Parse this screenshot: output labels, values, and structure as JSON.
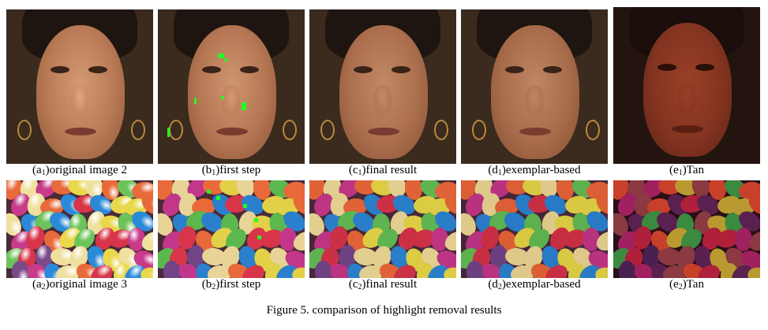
{
  "figure_caption": "Figure 5. comparison of highlight removal results",
  "row1": [
    {
      "letter": "(a",
      "sub": "1",
      "text": ")original image 2"
    },
    {
      "letter": "(b",
      "sub": "1",
      "text": ")first step"
    },
    {
      "letter": "(c",
      "sub": "1",
      "text": ")final result"
    },
    {
      "letter": "(d",
      "sub": "1",
      "text": ")exemplar-based"
    },
    {
      "letter": "(e",
      "sub": "1",
      "text": ")Tan"
    }
  ],
  "row2": [
    {
      "letter": "(a",
      "sub": "2",
      "text": ")original image 3"
    },
    {
      "letter": "(b",
      "sub": "2",
      "text": ")first step"
    },
    {
      "letter": "(c",
      "sub": "2",
      "text": ")final result"
    },
    {
      "letter": "(d",
      "sub": "2",
      "text": ")exemplar-based"
    },
    {
      "letter": "(e",
      "sub": "2",
      "text": ")Tan"
    }
  ],
  "colors": {
    "skin": "#b87a55",
    "skin_tan": "#8a3a22",
    "hair": "#1e1410",
    "background_dark": "#3a2a1c",
    "highlight_marker": "#22ff22"
  }
}
